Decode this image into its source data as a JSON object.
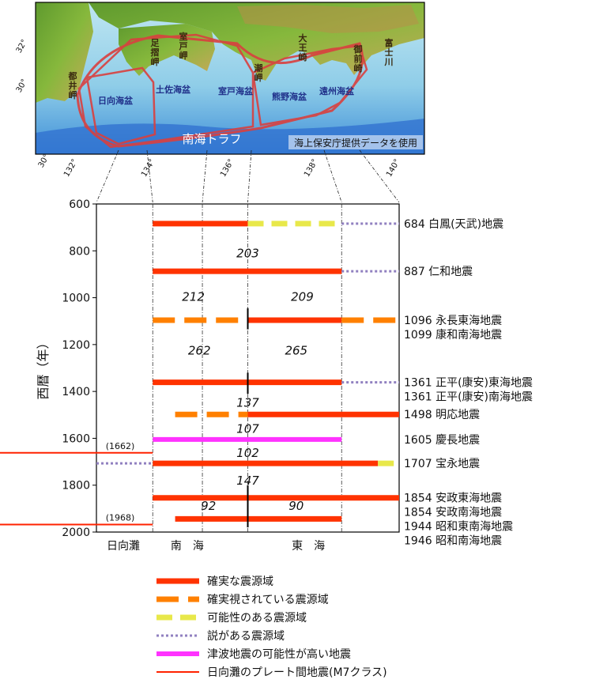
{
  "map": {
    "longitudes": [
      "132°",
      "134°",
      "136°",
      "138°",
      "140°"
    ],
    "latitudes": [
      "30°",
      "32°"
    ],
    "place_labels": [
      "都井岬",
      "足摺岬",
      "室戸岬",
      "潮岬",
      "大王崎",
      "御前崎",
      "富士川"
    ],
    "basin_labels": [
      "日向海盆",
      "土佐海盆",
      "室戸海盆",
      "熊野海盆",
      "遠州海盆"
    ],
    "trough_label": "南海トラフ",
    "credit": "海上保安庁提供データを使用"
  },
  "chart_data": {
    "type": "timeline",
    "ylabel": "西暦（年）",
    "ylim": [
      600,
      2000
    ],
    "yticks": [
      600,
      800,
      1000,
      1200,
      1400,
      1600,
      1800,
      2000
    ],
    "regions": [
      "日向灘",
      "南　海",
      "東　海"
    ],
    "earthquakes": [
      {
        "label": "684 白鳳(天武)地震",
        "year": 684,
        "segments": [
          {
            "style": "certain",
            "from": 0.186,
            "to": 0.5
          },
          {
            "style": "possible",
            "from": 0.5,
            "to": 0.81
          },
          {
            "style": "theory",
            "from": 0.81,
            "to": 1.0
          }
        ]
      },
      {
        "label": "887 仁和地震",
        "year": 887,
        "segments": [
          {
            "style": "certain",
            "from": 0.186,
            "to": 0.81
          },
          {
            "style": "theory",
            "from": 0.81,
            "to": 1.0
          }
        ]
      },
      {
        "label": "1096 永長東海地震",
        "year": 1096,
        "segments": [
          {
            "style": "confirmed",
            "from": 0.186,
            "to": 0.5
          },
          {
            "style": "certain",
            "from": 0.5,
            "to": 0.81
          },
          {
            "style": "confirmed",
            "from": 0.81,
            "to": 1.0
          }
        ]
      },
      {
        "label": "1099 康和南海地震",
        "year": 1099
      },
      {
        "label": "1361 正平(康安)東海地震",
        "year": 1361,
        "segments": [
          {
            "style": "certain",
            "from": 0.186,
            "to": 0.81
          },
          {
            "style": "theory",
            "from": 0.81,
            "to": 1.0
          }
        ]
      },
      {
        "label": "1361 正平(康安)南海地震",
        "year": 1361
      },
      {
        "label": "1498 明応地震",
        "year": 1498,
        "segments": [
          {
            "style": "confirmed",
            "from": 0.26,
            "to": 0.5
          },
          {
            "style": "certain",
            "from": 0.5,
            "to": 1.0
          }
        ]
      },
      {
        "label": "1605 慶長地震",
        "year": 1605,
        "segments": [
          {
            "style": "tsunami",
            "from": 0.186,
            "to": 0.81
          }
        ]
      },
      {
        "label": "1707 宝永地震",
        "year": 1707,
        "segments": [
          {
            "style": "theory",
            "from": 0.0,
            "to": 0.186
          },
          {
            "style": "certain",
            "from": 0.186,
            "to": 0.93
          },
          {
            "style": "possible",
            "from": 0.93,
            "to": 1.0
          }
        ]
      },
      {
        "label": "1854 安政東海地震",
        "year": 1854,
        "segments": [
          {
            "style": "certain",
            "from": 0.186,
            "to": 1.0
          }
        ]
      },
      {
        "label": "1854 安政南海地震",
        "year": 1854
      },
      {
        "label": "1944 昭和東南海地震",
        "year": 1944,
        "segments": [
          {
            "style": "certain",
            "from": 0.26,
            "to": 0.81
          }
        ]
      },
      {
        "label": "1946 昭和南海地震",
        "year": 1946
      }
    ],
    "hyuga_events": [
      {
        "label": "(1662)",
        "year": 1662
      },
      {
        "label": "(1968)",
        "year": 1968
      }
    ],
    "intervals": [
      {
        "value": "203",
        "year": 810,
        "x": 0.5
      },
      {
        "value": "212",
        "year": 997,
        "x": 0.32
      },
      {
        "value": "209",
        "year": 997,
        "x": 0.68
      },
      {
        "value": "262",
        "year": 1225,
        "x": 0.34
      },
      {
        "value": "265",
        "year": 1225,
        "x": 0.66
      },
      {
        "value": "137",
        "year": 1448,
        "x": 0.5
      },
      {
        "value": "107",
        "year": 1560,
        "x": 0.5
      },
      {
        "value": "102",
        "year": 1663,
        "x": 0.5
      },
      {
        "value": "147",
        "year": 1780,
        "x": 0.5
      },
      {
        "value": "92",
        "year": 1888,
        "x": 0.37
      },
      {
        "value": "90",
        "year": 1888,
        "x": 0.66
      }
    ],
    "separators": [
      {
        "x": 0.5,
        "from": 1045,
        "to": 1135
      },
      {
        "x": 0.5,
        "from": 1320,
        "to": 1410
      },
      {
        "x": 0.5,
        "from": 1800,
        "to": 1980
      }
    ],
    "legend": [
      {
        "style": "certain",
        "label": "確実な震源域"
      },
      {
        "style": "confirmed",
        "label": "確実視されている震源域"
      },
      {
        "style": "possible",
        "label": "可能性のある震源域"
      },
      {
        "style": "theory",
        "label": "説がある震源域"
      },
      {
        "style": "tsunami",
        "label": "津波地震の可能性が高い地震"
      },
      {
        "style": "hyuga",
        "label": "日向灘のプレート間地震(M7クラス)"
      }
    ],
    "colors": {
      "certain": "#ff3300",
      "confirmed": "#ff8000",
      "possible": "#e8e84a",
      "theory": "#9080c0",
      "tsunami": "#ff33ff",
      "hyuga": "#ff2200"
    }
  }
}
